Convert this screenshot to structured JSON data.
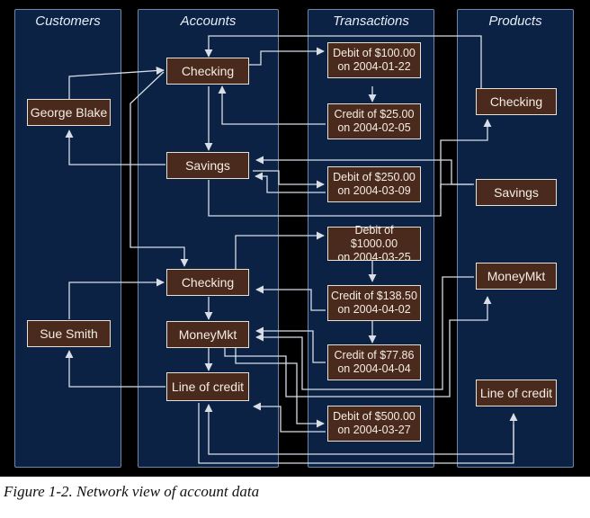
{
  "columns": {
    "customers": "Customers",
    "accounts": "Accounts",
    "transactions": "Transactions",
    "products": "Products"
  },
  "customers": {
    "george": "George Blake",
    "sue": "Sue Smith"
  },
  "accounts": {
    "checking_1": "Checking",
    "savings_1": "Savings",
    "checking_2": "Checking",
    "moneymkt_2": "MoneyMkt",
    "loc_2": "Line of credit"
  },
  "transactions": {
    "t1": {
      "line1": "Debit of $100.00",
      "line2": "on 2004-01-22"
    },
    "t2": {
      "line1": "Credit of $25.00",
      "line2": "on 2004-02-05"
    },
    "t3": {
      "line1": "Debit of $250.00",
      "line2": "on 2004-03-09"
    },
    "t4": {
      "line1": "Debit of $1000.00",
      "line2": "on 2004-03-25"
    },
    "t5": {
      "line1": "Credit of $138.50",
      "line2": "on 2004-04-02"
    },
    "t6": {
      "line1": "Credit of $77.86",
      "line2": "on 2004-04-04"
    },
    "t7": {
      "line1": "Debit of $500.00",
      "line2": "on 2004-03-27"
    }
  },
  "products": {
    "checking": "Checking",
    "savings": "Savings",
    "moneymkt": "MoneyMkt",
    "loc": "Line of credit"
  },
  "caption": "Figure 1-2. Network view of account data",
  "colors": {
    "background": "#000000",
    "column_fill": "#0b2245",
    "column_border": "#6f86a8",
    "node_fill": "#4a2a1c",
    "node_border": "#e9e0d4",
    "edge": "#d8dde6"
  }
}
